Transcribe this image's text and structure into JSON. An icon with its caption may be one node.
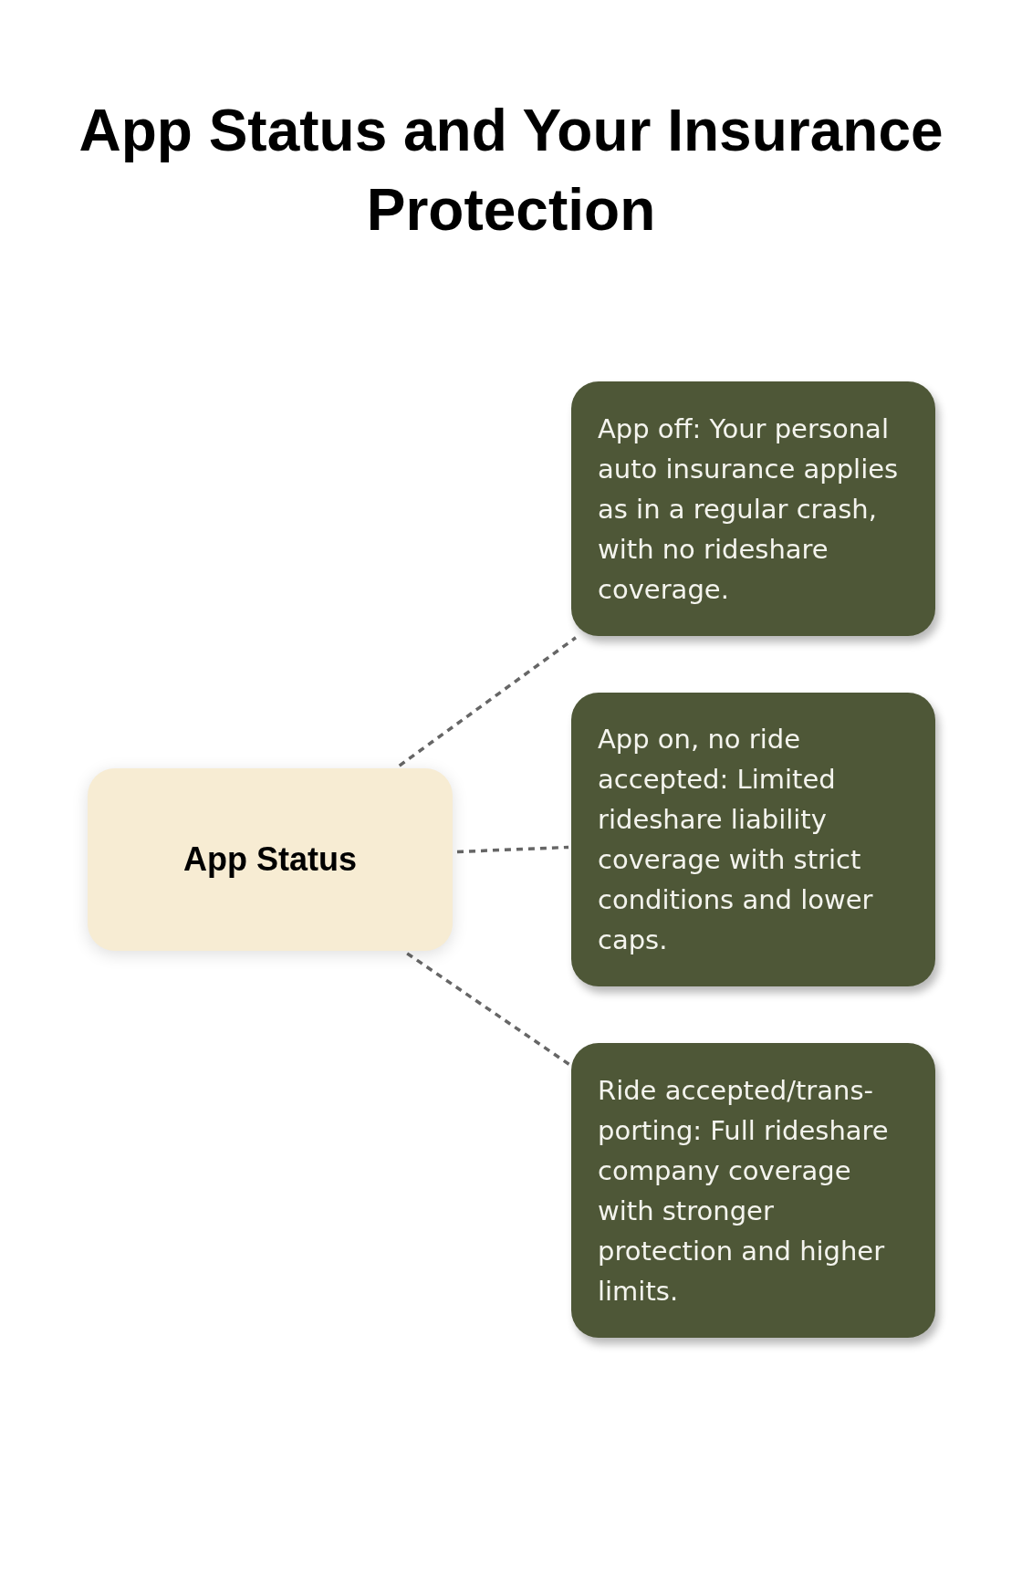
{
  "diagram": {
    "title": "App Status and Your Insurance Protection",
    "nodes": [
      {
        "text": [
          "App Status"
        ]
      },
      {
        "text": [
          "App off: Your personal auto insurance applies as in a regular crash, with no rideshare coverage."
        ]
      },
      {
        "text": [
          "App on, no ride accepted: Limited rideshare liability coverage with strict conditions and lower caps."
        ]
      },
      {
        "text": [
          "Ride accepted/trans-porting: Full rideshare company coverage with stronger protection and higher limits."
        ]
      }
    ],
    "edges": [
      {
        "from": 0,
        "to": 1,
        "arrow": "none",
        "style": "dashed"
      },
      {
        "from": 0,
        "to": 2,
        "arrow": "none",
        "style": "dashed"
      },
      {
        "from": 0,
        "to": 3,
        "arrow": "none",
        "style": "dashed"
      }
    ]
  }
}
